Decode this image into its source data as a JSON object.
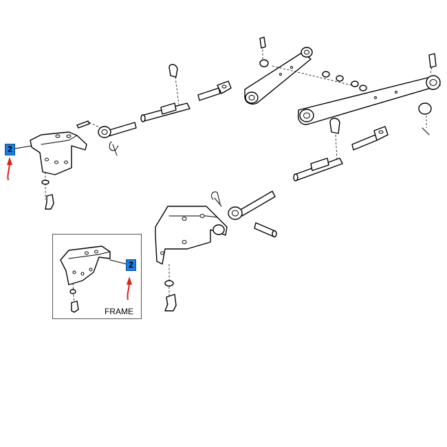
{
  "callouts": [
    {
      "label": "2"
    },
    {
      "label": "2"
    }
  ],
  "inset": {
    "label": "FRAME"
  },
  "colors": {
    "callout_fill": "#1a7fe0",
    "arrow": "#e0201a",
    "line": "#000000"
  }
}
